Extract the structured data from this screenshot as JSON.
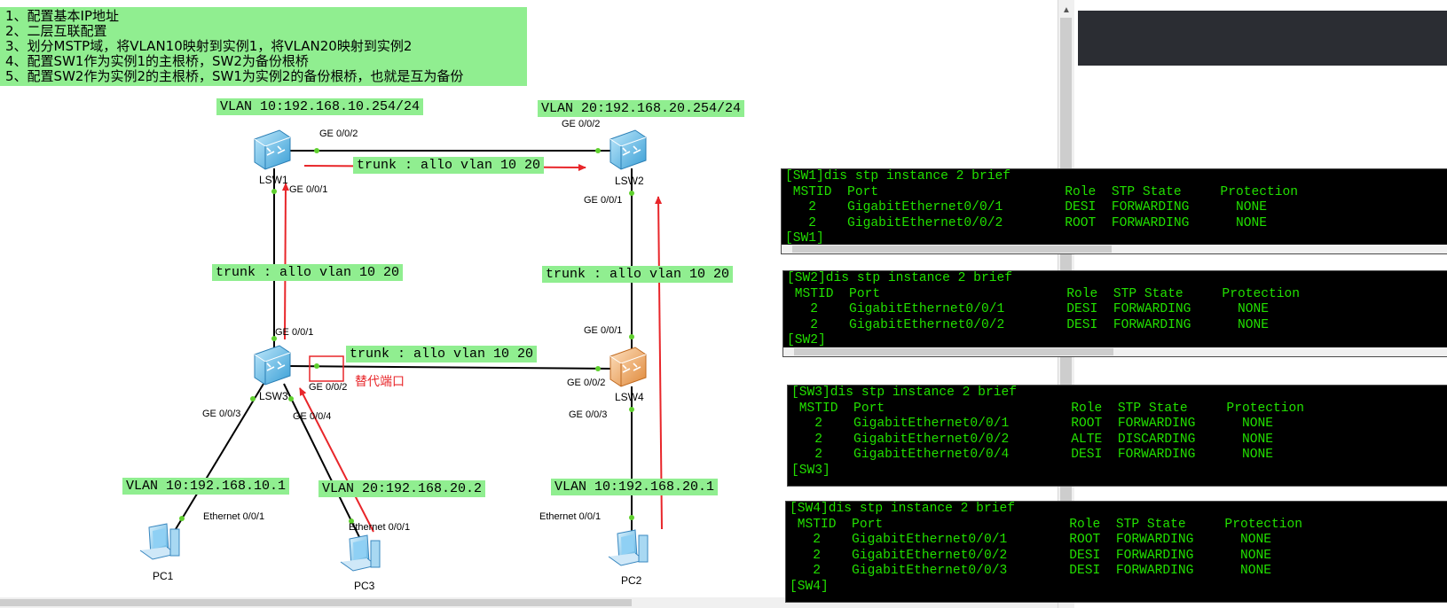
{
  "tasks": [
    "1、配置基本IP地址",
    "2、二层互联配置",
    "3、划分MSTP域，将VLAN10映射到实例1，将VLAN20映射到实例2",
    "4、配置SW1作为实例1的主根桥，SW2为备份根桥",
    "5、配置SW2作为实例2的主根桥，SW1为实例2的备份根桥，也就是互为备份"
  ],
  "vlan_labels": {
    "sw1_vlan": "VLAN 10:192.168.10.254/24",
    "sw2_vlan": "VLAN 20:192.168.20.254/24",
    "pc1_vlan": "VLAN 10:192.168.10.1",
    "pc3_vlan": "VLAN 20:192.168.20.2",
    "pc2_vlan": "VLAN 10:192.168.20.1"
  },
  "trunk_labels": {
    "sw1_sw2": "trunk : allo vlan 10 20",
    "sw1_sw3": "trunk : allo vlan 10 20",
    "sw2_sw4": "trunk : allo vlan 10 20",
    "sw3_sw4": "trunk : allo vlan 10 20"
  },
  "ports": {
    "sw1_ge002": "GE 0/0/2",
    "sw1_ge001": "GE 0/0/1",
    "sw2_ge002": "GE 0/0/2",
    "sw2_ge001": "GE 0/0/1",
    "sw3_ge001": "GE 0/0/1",
    "sw3_ge002": "GE 0/0/2",
    "sw3_ge003": "GE 0/0/3",
    "sw3_ge004": "GE 0/0/4",
    "sw4_ge001": "GE 0/0/1",
    "sw4_ge002": "GE 0/0/2",
    "sw4_ge003": "GE 0/0/3",
    "pc1_eth": "Ethernet 0/0/1",
    "pc3_eth": "Ethernet 0/0/1",
    "pc2_eth": "Ethernet 0/0/1"
  },
  "devices": {
    "lsw1": "LSW1",
    "lsw2": "LSW2",
    "lsw3": "LSW3",
    "lsw4": "LSW4",
    "pc1": "PC1",
    "pc2": "PC2",
    "pc3": "PC3"
  },
  "alternate_port_label": "替代端口",
  "terminals": [
    {
      "lines": [
        "[SW1]dis stp instance 2 brief",
        " MSTID  Port                        Role  STP State     Protection",
        "   2    GigabitEthernet0/0/1        DESI  FORWARDING      NONE",
        "   2    GigabitEthernet0/0/2        ROOT  FORWARDING      NONE",
        "[SW1]"
      ]
    },
    {
      "lines": [
        "[SW2]dis stp instance 2 brief",
        " MSTID  Port                        Role  STP State     Protection",
        "   2    GigabitEthernet0/0/1        DESI  FORWARDING      NONE",
        "   2    GigabitEthernet0/0/2        DESI  FORWARDING      NONE",
        "[SW2]"
      ]
    },
    {
      "lines": [
        "[SW3]dis stp instance 2 brief",
        " MSTID  Port                        Role  STP State     Protection",
        "   2    GigabitEthernet0/0/1        ROOT  FORWARDING      NONE",
        "   2    GigabitEthernet0/0/2        ALTE  DISCARDING      NONE",
        "   2    GigabitEthernet0/0/4        DESI  FORWARDING      NONE",
        "[SW3]"
      ]
    },
    {
      "lines": [
        "[SW4]dis stp instance 2 brief",
        " MSTID  Port                        Role  STP State     Protection",
        "   2    GigabitEthernet0/0/1        ROOT  FORWARDING      NONE",
        "   2    GigabitEthernet0/0/2        DESI  FORWARDING      NONE",
        "   2    GigabitEthernet0/0/3        DESI  FORWARDING      NONE",
        "[SW4]"
      ]
    }
  ],
  "colors": {
    "label_bg": "#90ee90",
    "terminal_text": "#22e000",
    "arrow": "#e8262a",
    "switch_blue": "#4fb3e8",
    "switch_orange": "#f0a050"
  }
}
